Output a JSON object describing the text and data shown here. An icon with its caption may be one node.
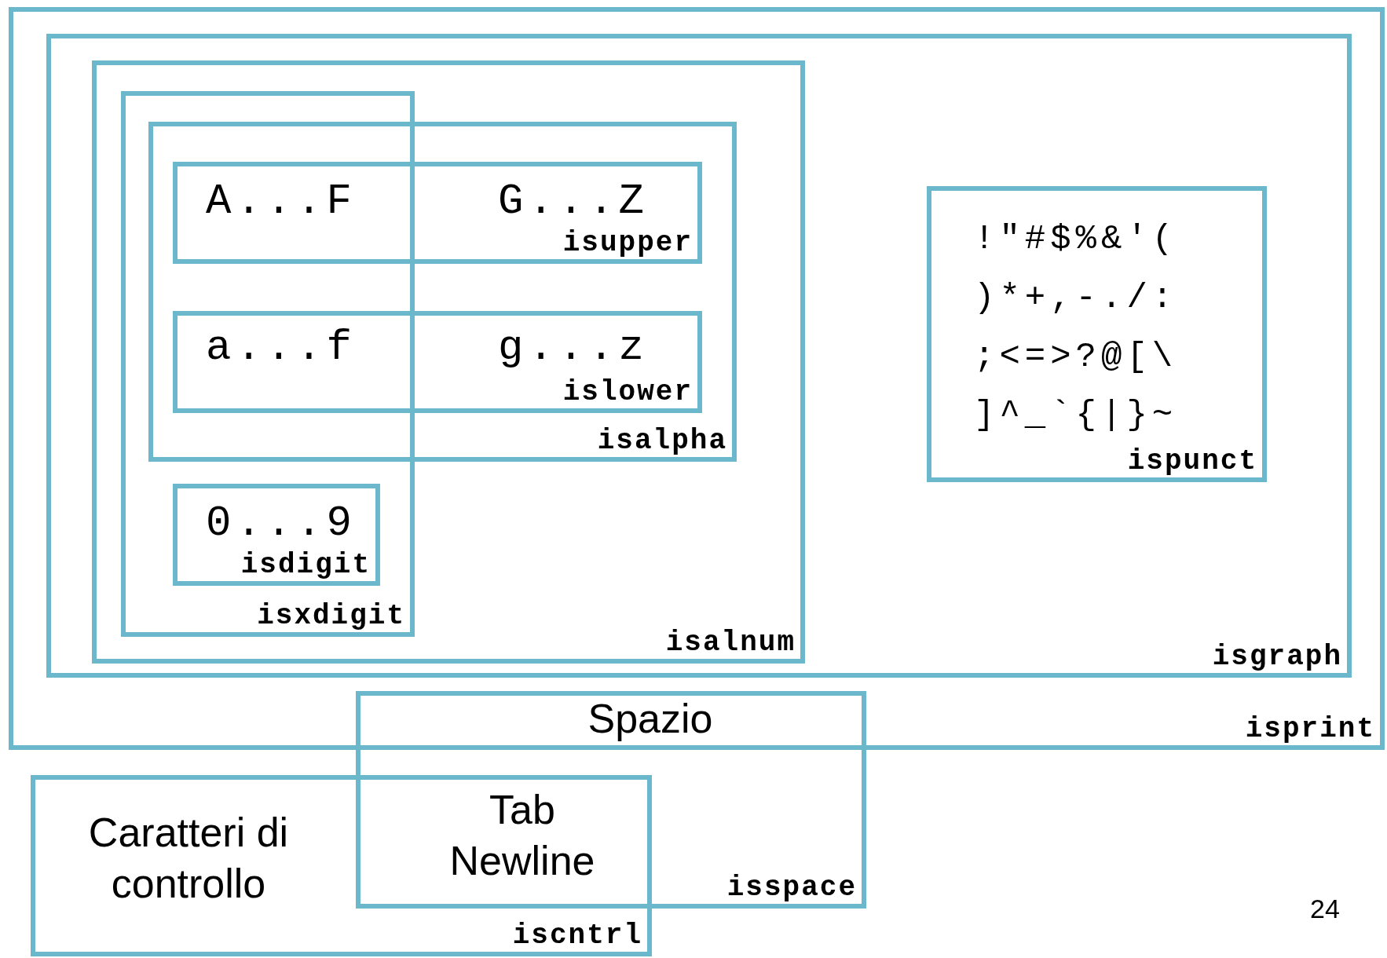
{
  "diagram": {
    "nodes": [
      {
        "text": [
          "isprint"
        ]
      },
      {
        "text": [
          "isgraph"
        ],
        "in": 0
      },
      {
        "text": [
          "isalnum"
        ],
        "in": 1
      },
      {
        "text": [
          "isxdigit"
        ],
        "in": 2
      },
      {
        "text": [
          "isalpha"
        ],
        "in": 2
      },
      {
        "text": [
          "A...F",
          "G...Z",
          "isupper"
        ],
        "in": 4
      },
      {
        "text": [
          "a...f",
          "g...z",
          "islower"
        ],
        "in": 4
      },
      {
        "text": [
          "0...9",
          "isdigit"
        ],
        "in": 3
      },
      {
        "text": [
          "!\"#$%&'( )*+,-./: ;<=>?@[\\ ]^_`{|}~",
          "ispunct"
        ],
        "in": 1
      },
      {
        "text": [
          "Spazio",
          "isspace"
        ]
      },
      {
        "text": [
          "Caratteri di controllo",
          "iscntrl"
        ]
      }
    ],
    "edges": [],
    "labels": [
      "Tab Newline",
      "24"
    ]
  }
}
